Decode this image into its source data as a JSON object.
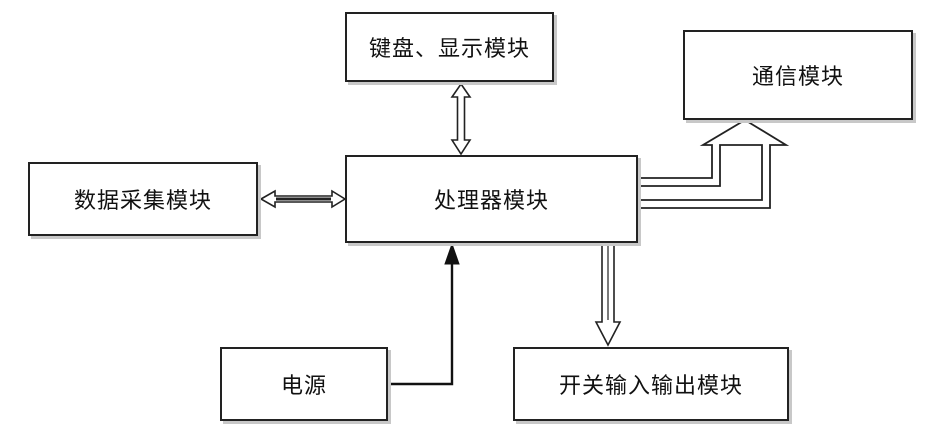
{
  "diagram": {
    "nodes": {
      "keyboard_display": {
        "label": "键盘、显示模块"
      },
      "communication": {
        "label": "通信模块"
      },
      "processor": {
        "label": "处理器模块"
      },
      "data_acquisition": {
        "label": "数据采集模块"
      },
      "power": {
        "label": "电源"
      },
      "switch_io": {
        "label": "开关输入输出模块"
      }
    },
    "edges": [
      {
        "from": "keyboard_display",
        "to": "processor",
        "style": "hollow-double-arrow"
      },
      {
        "from": "data_acquisition",
        "to": "processor",
        "style": "hollow-double-arrow"
      },
      {
        "from": "processor",
        "to": "communication",
        "style": "hollow-arrow"
      },
      {
        "from": "power",
        "to": "processor",
        "style": "solid-arrow"
      },
      {
        "from": "processor",
        "to": "switch_io",
        "style": "hollow-arrow"
      }
    ]
  }
}
